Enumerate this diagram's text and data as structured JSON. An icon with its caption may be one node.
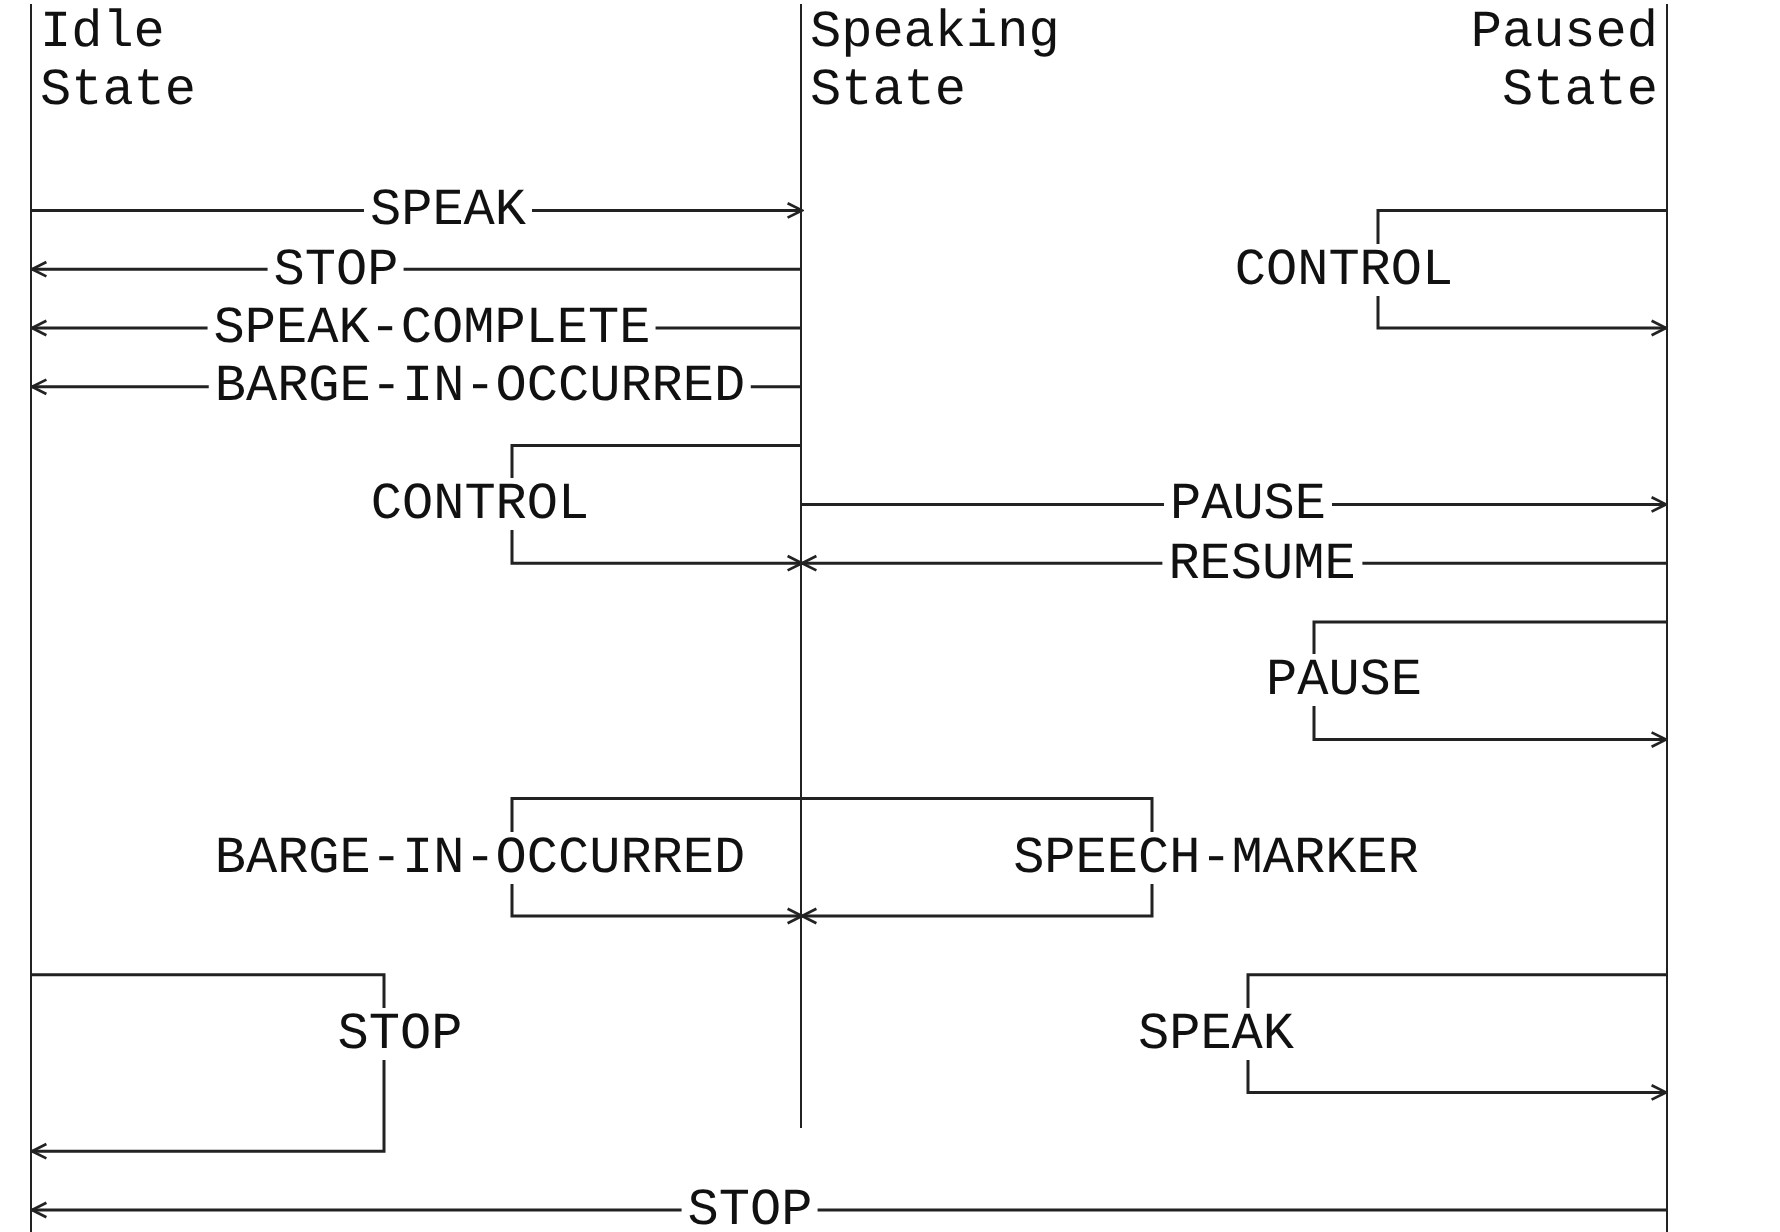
{
  "diagram": {
    "nodes": [
      {
        "text": [
          "Idle State"
        ]
      },
      {
        "text": [
          "Speaking State"
        ]
      },
      {
        "text": [
          "Paused State"
        ]
      }
    ],
    "edges": [
      {
        "from": 0,
        "to": 1,
        "arrow": "to",
        "label": "SPEAK"
      },
      {
        "from": 1,
        "to": 0,
        "arrow": "to",
        "label": "STOP"
      },
      {
        "from": 1,
        "to": 0,
        "arrow": "to",
        "label": "SPEAK-COMPLETE"
      },
      {
        "from": 1,
        "to": 0,
        "arrow": "to",
        "label": "BARGE-IN-OCCURRED"
      },
      {
        "from": 2,
        "to": 2,
        "arrow": "to",
        "label": "CONTROL"
      },
      {
        "from": 1,
        "to": 1,
        "arrow": "to",
        "label": "CONTROL"
      },
      {
        "from": 1,
        "to": 2,
        "arrow": "to",
        "label": "PAUSE"
      },
      {
        "from": 2,
        "to": 1,
        "arrow": "to",
        "label": "RESUME"
      },
      {
        "from": 2,
        "to": 2,
        "arrow": "to",
        "label": "PAUSE"
      },
      {
        "from": 1,
        "to": 1,
        "arrow": "to",
        "label": "BARGE-IN-OCCURRED"
      },
      {
        "from": 1,
        "to": 1,
        "arrow": "to",
        "label": "SPEECH-MARKER"
      },
      {
        "from": 0,
        "to": 0,
        "arrow": "to",
        "label": "STOP"
      },
      {
        "from": 2,
        "to": 2,
        "arrow": "to",
        "label": "SPEAK"
      },
      {
        "from": 2,
        "to": 0,
        "arrow": "to",
        "label": "STOP"
      }
    ]
  }
}
